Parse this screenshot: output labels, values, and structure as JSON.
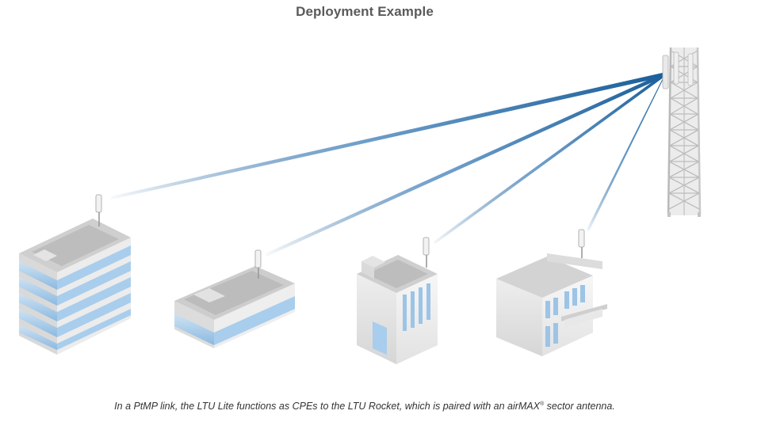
{
  "title": "Deployment Example",
  "caption": {
    "text_before": "In a PtMP link, the LTU Lite functions as CPEs to the LTU Rocket, which is paired with an airMAX",
    "trademark": "®",
    "text_after": " sector antenna."
  },
  "nodes": {
    "base_station": "tower-with-sector-antenna",
    "cpe_count": 4
  },
  "colors": {
    "link_strong": "#1a5e9a",
    "link_faint": "#dbe8f4",
    "glass": "#9cc4e6",
    "tower": "#dcdcdc",
    "title": "#5a5a5a",
    "caption": "#333333"
  }
}
